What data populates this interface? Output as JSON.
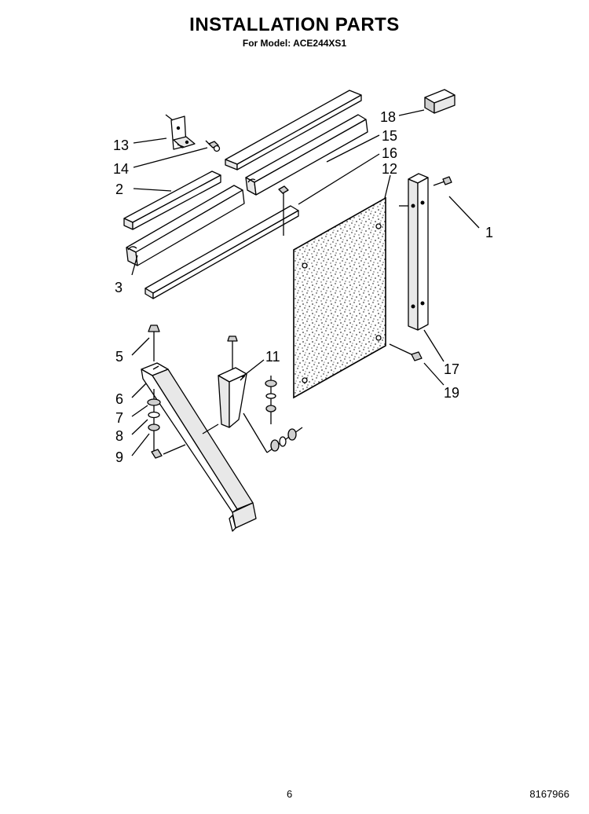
{
  "header": {
    "title": "INSTALLATION PARTS",
    "subtitle": "For Model: ACE244XS1"
  },
  "callouts": {
    "c1": "1",
    "c2": "2",
    "c3": "3",
    "c5": "5",
    "c6": "6",
    "c7": "7",
    "c8": "8",
    "c9": "9",
    "c11": "11",
    "c12": "12",
    "c13": "13",
    "c14": "14",
    "c15": "15",
    "c16": "16",
    "c17": "17",
    "c18": "18",
    "c19": "19"
  },
  "footer": {
    "page_number": "6",
    "document_number": "8167966"
  }
}
